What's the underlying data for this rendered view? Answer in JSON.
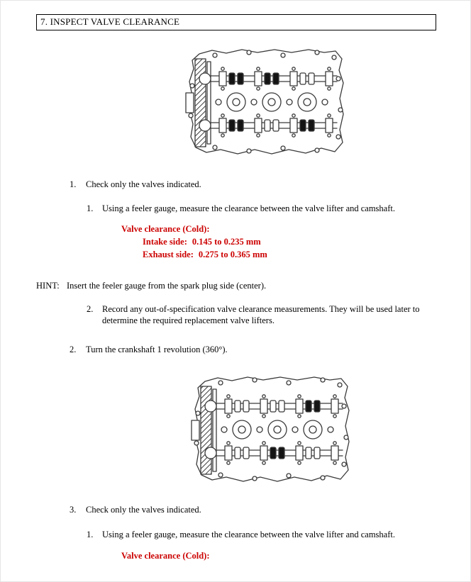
{
  "title": "7. INSPECT VALVE CLEARANCE",
  "colors": {
    "spec_red": "#cc0000"
  },
  "step1": {
    "num": "1.",
    "text": "Check only the valves indicated."
  },
  "step1_sub1": {
    "num": "1.",
    "text": "Using a feeler gauge, measure the clearance between the valve lifter and camshaft."
  },
  "spec1": {
    "heading": "Valve clearance (Cold):",
    "intake_label": "Intake side:",
    "intake_value": "0.145 to 0.235 mm",
    "exhaust_label": "Exhaust side:",
    "exhaust_value": "0.275 to 0.365 mm"
  },
  "hint": {
    "label": "HINT:",
    "text": "Insert the feeler gauge from the spark plug side (center)."
  },
  "step1_sub2": {
    "num": "2.",
    "text": "Record any out-of-specification valve clearance measurements. They will be used later to determine the required replacement valve lifters."
  },
  "step2": {
    "num": "2.",
    "text": "Turn the crankshaft 1 revolution (360°)."
  },
  "step3": {
    "num": "3.",
    "text": "Check only the valves indicated."
  },
  "step3_sub1": {
    "num": "1.",
    "text": "Using a feeler gauge, measure the clearance between the valve lifter and camshaft."
  },
  "spec2": {
    "heading": "Valve clearance (Cold):"
  },
  "diagrams": {
    "first": {
      "name": "cylinder-head-top-view-first-pass",
      "top_cam_checked": [
        true,
        true,
        false
      ],
      "bottom_cam_checked": [
        true,
        false,
        true
      ]
    },
    "second": {
      "name": "cylinder-head-top-view-second-pass",
      "top_cam_checked": [
        false,
        false,
        true
      ],
      "bottom_cam_checked": [
        false,
        true,
        false
      ]
    }
  }
}
